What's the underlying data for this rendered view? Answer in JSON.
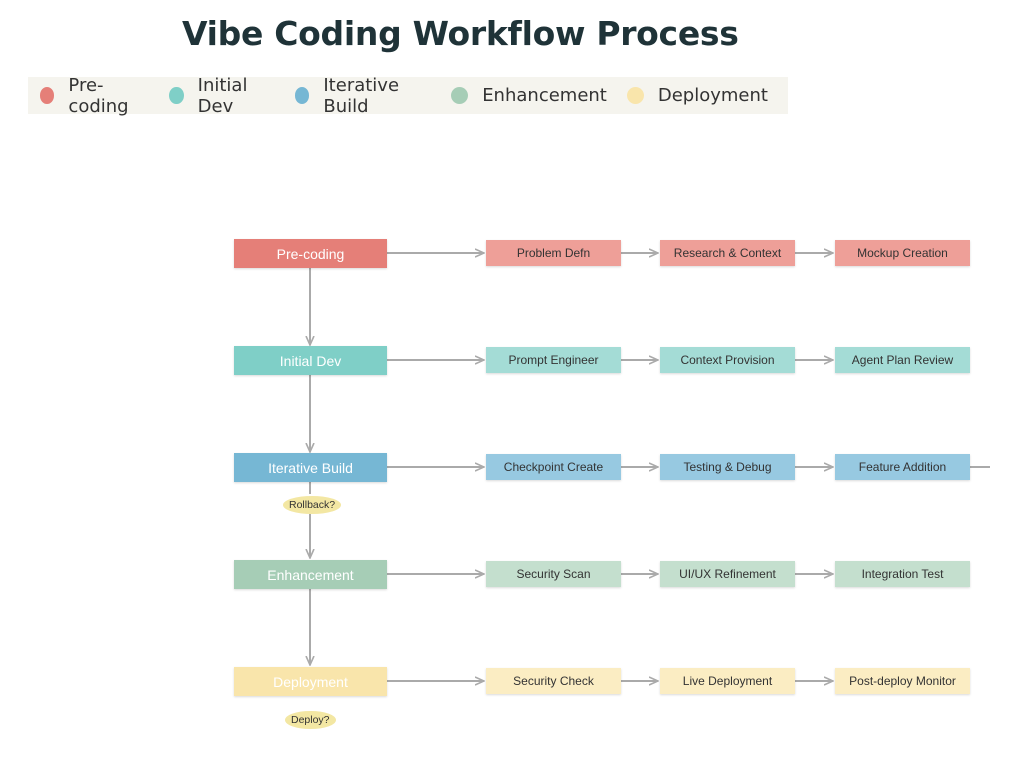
{
  "title": "Vibe Coding Workflow Process",
  "colors": {
    "precoding": "#e57f78",
    "precoding_step": "#ee9f98",
    "initial": "#7fcfc7",
    "initial_step": "#a4dcd6",
    "iterative": "#76b7d4",
    "iterative_step": "#97c9e1",
    "enhancement": "#a6cdb6",
    "enhancement_step": "#c4dfce",
    "deployment": "#f9e5ab",
    "deployment_step": "#fbedc3",
    "arrow": "#aaaaaa"
  },
  "legend": [
    {
      "label": "Pre-coding",
      "color": "#e57f78"
    },
    {
      "label": "Initial Dev",
      "color": "#7fcfc7"
    },
    {
      "label": "Iterative Build",
      "color": "#76b7d4"
    },
    {
      "label": "Enhancement",
      "color": "#a6cdb6"
    },
    {
      "label": "Deployment",
      "color": "#f9e5ab"
    }
  ],
  "rows": [
    {
      "phase": "Pre-coding",
      "steps": [
        "Problem Defn",
        "Research & Context",
        "Mockup Creation"
      ]
    },
    {
      "phase": "Initial Dev",
      "steps": [
        "Prompt Engineer",
        "Context Provision",
        "Agent Plan Review"
      ]
    },
    {
      "phase": "Iterative Build",
      "steps": [
        "Checkpoint Create",
        "Testing & Debug",
        "Feature Addition"
      ]
    },
    {
      "phase": "Enhancement",
      "steps": [
        "Security Scan",
        "UI/UX Refinement",
        "Integration Test"
      ]
    },
    {
      "phase": "Deployment",
      "steps": [
        "Security Check",
        "Live Deployment",
        "Post-deploy Monitor"
      ]
    }
  ],
  "decisions": {
    "rollback": "Rollback?",
    "deploy": "Deploy?"
  }
}
